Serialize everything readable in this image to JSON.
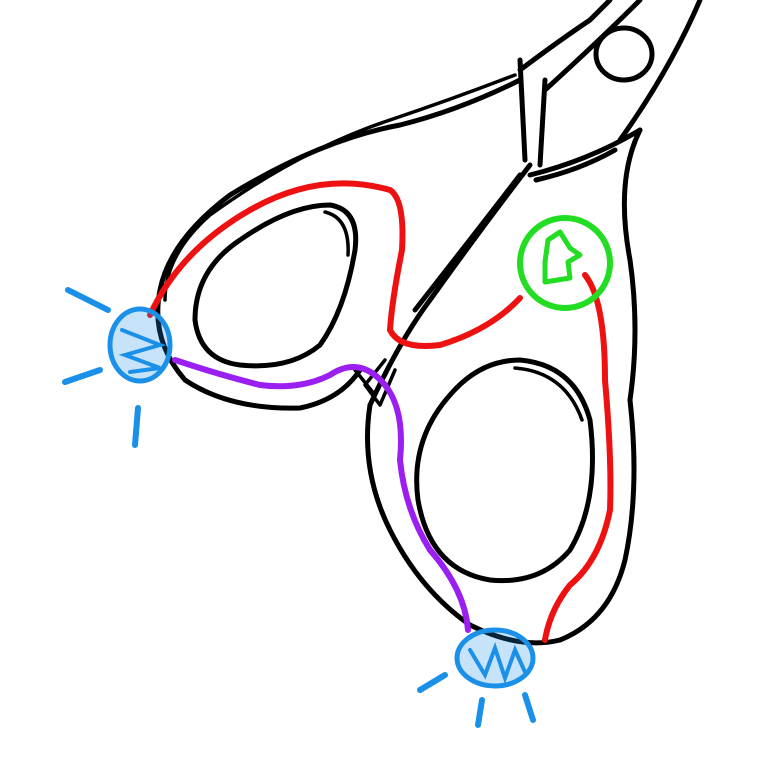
{
  "colors": {
    "outline": "#000000",
    "red_path": "#ee1111",
    "purple_path": "#9b1ff0",
    "blue_marker": "#1a90e8",
    "green_marker": "#22dd22",
    "background": "#ffffff"
  },
  "icons": [
    "scissors-sketch",
    "blue-contact-point",
    "green-pivot-marker"
  ]
}
